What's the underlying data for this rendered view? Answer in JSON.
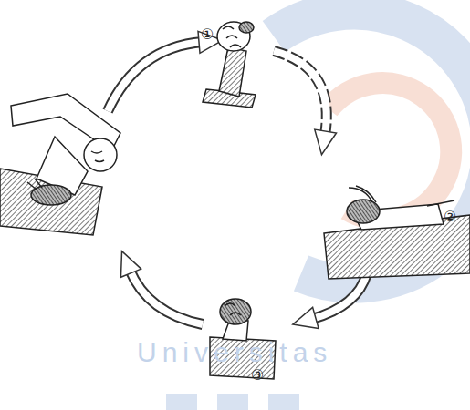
{
  "diagram": {
    "labels": [
      "①",
      "②",
      "③",
      "Universitas"
    ]
  }
}
